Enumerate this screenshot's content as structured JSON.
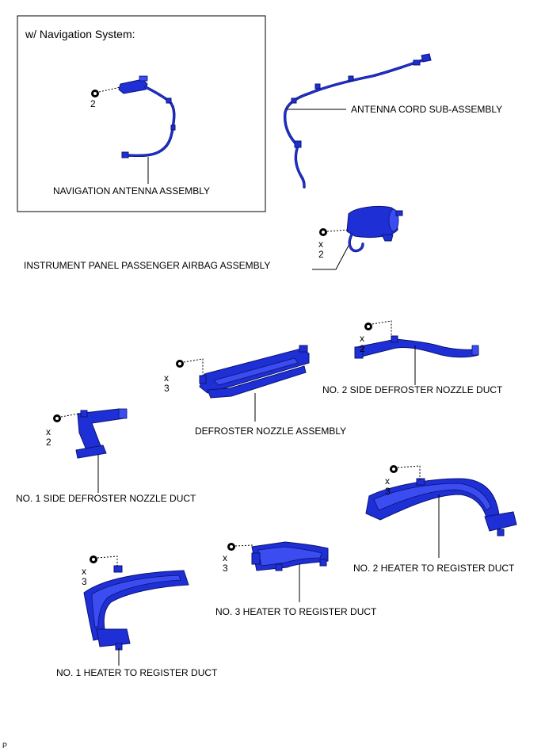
{
  "inset": {
    "title": "w/ Navigation System:"
  },
  "labels": {
    "navigation_antenna": "NAVIGATION ANTENNA ASSEMBLY",
    "antenna_cord": "ANTENNA CORD SUB-ASSEMBLY",
    "airbag": "INSTRUMENT PANEL PASSENGER AIRBAG ASSEMBLY",
    "side_defroster_2": "NO. 2 SIDE DEFROSTER NOZZLE DUCT",
    "defroster_nozzle": "DEFROSTER NOZZLE ASSEMBLY",
    "side_defroster_1": "NO. 1 SIDE DEFROSTER NOZZLE DUCT",
    "heater_duct_2": "NO. 2 HEATER TO REGISTER DUCT",
    "heater_duct_3": "NO. 3 HEATER TO REGISTER DUCT",
    "heater_duct_1": "NO. 1 HEATER TO REGISTER DUCT"
  },
  "quantities": {
    "nav_screw_count": "2",
    "airbag_x": "x",
    "airbag_count": "2",
    "side2_x": "x",
    "side2_count": "2",
    "defroster_x": "x",
    "defroster_count": "3",
    "side1_x": "x",
    "side1_count": "2",
    "heater2_x": "x",
    "heater2_count": "3",
    "heater3_x": "x",
    "heater3_count": "3",
    "heater1_x": "x",
    "heater1_count": "3"
  },
  "footer": {
    "code": "P"
  },
  "colors": {
    "part_fill": "#1f2fd6",
    "part_outline": "#0a1470"
  }
}
